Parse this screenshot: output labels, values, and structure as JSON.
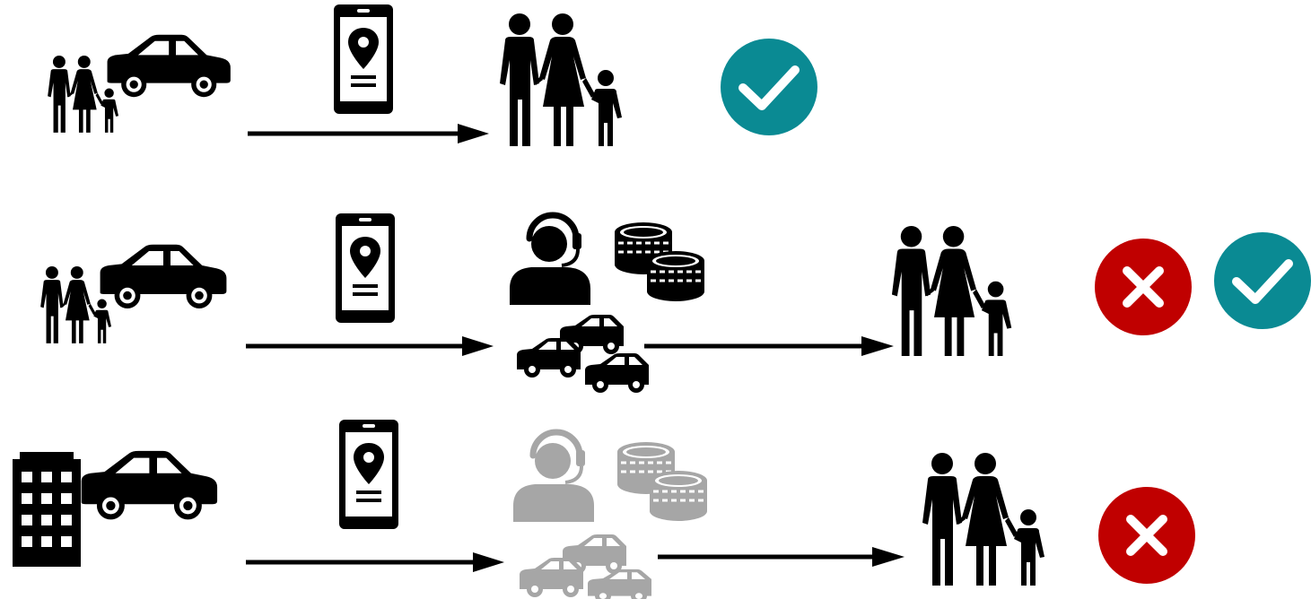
{
  "colors": {
    "ink": "#000000",
    "muted": "#a6a6a6",
    "success": "#0a8a93",
    "failure": "#c00000",
    "background": "#ffffff"
  },
  "rows": [
    {
      "source": {
        "icons": [
          "family-icon",
          "car-icon"
        ]
      },
      "app": "phone-location-icon",
      "intermediary": null,
      "destination": "family-icon",
      "outcomes": [
        "success"
      ]
    },
    {
      "source": {
        "icons": [
          "family-icon",
          "car-icon"
        ]
      },
      "app": "phone-location-icon",
      "intermediary": {
        "icons": [
          "agent-icon",
          "coins-icon",
          "cars-icon"
        ],
        "style": "active"
      },
      "destination": "family-icon",
      "outcomes": [
        "failure",
        "success"
      ]
    },
    {
      "source": {
        "icons": [
          "building-icon",
          "car-icon"
        ]
      },
      "app": "phone-location-icon",
      "intermediary": {
        "icons": [
          "agent-icon",
          "coins-icon",
          "cars-icon"
        ],
        "style": "inactive"
      },
      "destination": "family-icon",
      "outcomes": [
        "failure"
      ]
    }
  ]
}
